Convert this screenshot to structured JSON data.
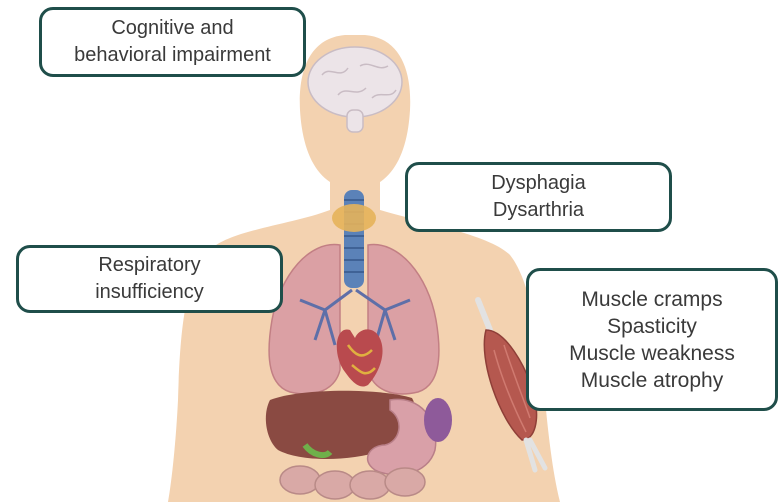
{
  "colors": {
    "skin": "#f3d2b0",
    "box_border": "#1f4e4a",
    "text": "#3a3a3a",
    "brain": "#ece4e8",
    "trachea": "#5b82b8",
    "thyroid": "#e6b35a",
    "lung": "#dba0a4",
    "bronchi": "#5e6fa8",
    "heart": "#b94a4e",
    "liver": "#8a4a42",
    "stomach": "#d9a0a8",
    "intestine": "#d9a9a6",
    "muscle": "#b5584f",
    "tendon": "#e2e2e2"
  },
  "labels": {
    "cognitive": [
      "Cognitive and",
      "behavioral impairment"
    ],
    "speech": [
      "Dysphagia",
      "Dysarthria"
    ],
    "respiratory": [
      "Respiratory",
      "insufficiency"
    ],
    "muscle": [
      "Muscle cramps",
      "Spasticity",
      "Muscle weakness",
      "Muscle atrophy"
    ]
  }
}
